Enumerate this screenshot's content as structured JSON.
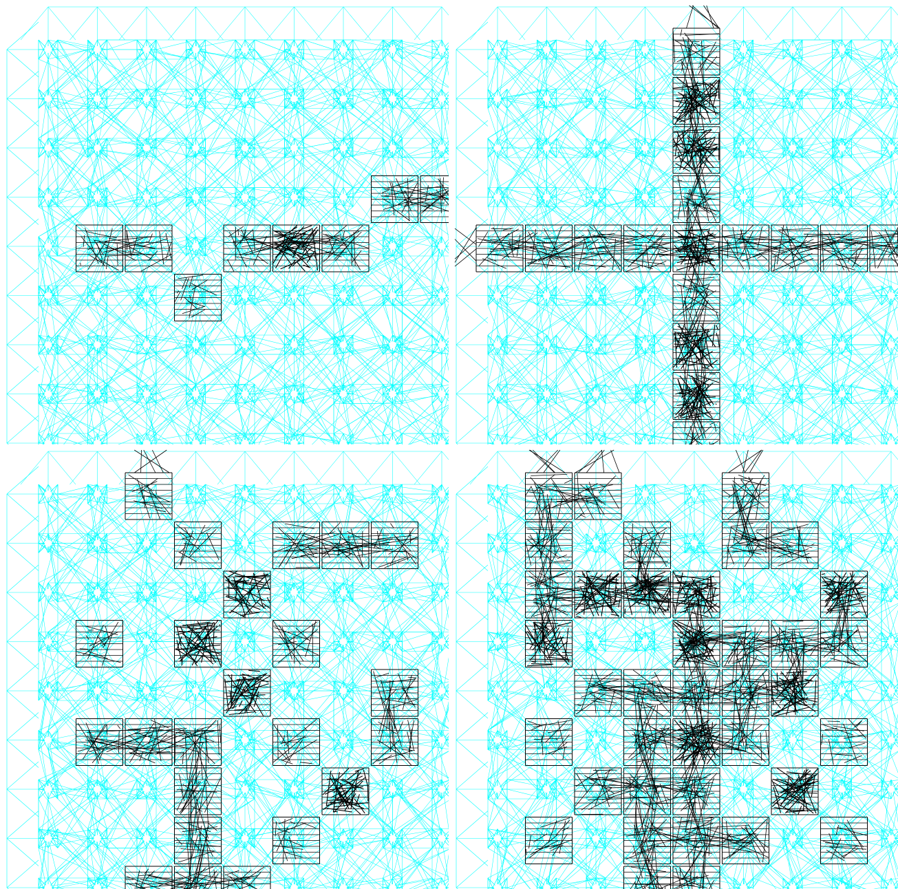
{
  "figure": {
    "grid_size": 9,
    "colors": {
      "background": "#ffffff",
      "base_edges": "#00ffff",
      "highlight_edges": "#000000",
      "node_fill": "#ffffff"
    },
    "panels": [
      {
        "id": "top-left",
        "highlight_cells": [
          [
            4,
            1
          ],
          [
            4,
            2
          ],
          [
            5,
            3
          ],
          [
            4,
            4
          ],
          [
            4,
            5
          ],
          [
            4,
            6
          ],
          [
            3,
            7
          ],
          [
            3,
            8
          ]
        ],
        "emphasis_cells": [
          [
            4,
            5
          ]
        ]
      },
      {
        "id": "top-right",
        "highlight_cells": [
          [
            4,
            0
          ],
          [
            4,
            1
          ],
          [
            4,
            2
          ],
          [
            4,
            3
          ],
          [
            4,
            5
          ],
          [
            4,
            6
          ],
          [
            4,
            7
          ],
          [
            4,
            8
          ],
          [
            0,
            4
          ],
          [
            1,
            4
          ],
          [
            2,
            4
          ],
          [
            3,
            4
          ],
          [
            5,
            4
          ],
          [
            6,
            4
          ],
          [
            7,
            4
          ],
          [
            8,
            4
          ],
          [
            4,
            4
          ]
        ],
        "emphasis_cells": [
          [
            4,
            4
          ],
          [
            1,
            4
          ],
          [
            2,
            4
          ],
          [
            6,
            4
          ],
          [
            7,
            4
          ]
        ]
      },
      {
        "id": "bottom-left",
        "highlight_cells": [
          [
            0,
            2
          ],
          [
            1,
            3
          ],
          [
            1,
            5
          ],
          [
            1,
            6
          ],
          [
            1,
            7
          ],
          [
            2,
            4
          ],
          [
            3,
            1
          ],
          [
            3,
            3
          ],
          [
            3,
            5
          ],
          [
            4,
            4
          ],
          [
            4,
            7
          ],
          [
            5,
            1
          ],
          [
            5,
            2
          ],
          [
            5,
            3
          ],
          [
            5,
            5
          ],
          [
            5,
            7
          ],
          [
            6,
            3
          ],
          [
            6,
            6
          ],
          [
            7,
            3
          ],
          [
            7,
            5
          ],
          [
            8,
            2
          ],
          [
            8,
            3
          ],
          [
            8,
            4
          ]
        ],
        "emphasis_cells": [
          [
            2,
            4
          ],
          [
            4,
            4
          ],
          [
            6,
            6
          ],
          [
            3,
            3
          ]
        ]
      },
      {
        "id": "bottom-right",
        "highlight_cells": [
          [
            0,
            1
          ],
          [
            0,
            2
          ],
          [
            0,
            5
          ],
          [
            1,
            1
          ],
          [
            1,
            3
          ],
          [
            1,
            5
          ],
          [
            1,
            6
          ],
          [
            2,
            1
          ],
          [
            2,
            2
          ],
          [
            2,
            3
          ],
          [
            2,
            4
          ],
          [
            2,
            7
          ],
          [
            3,
            1
          ],
          [
            3,
            4
          ],
          [
            3,
            5
          ],
          [
            3,
            6
          ],
          [
            3,
            7
          ],
          [
            4,
            2
          ],
          [
            4,
            3
          ],
          [
            4,
            4
          ],
          [
            4,
            5
          ],
          [
            4,
            6
          ],
          [
            5,
            1
          ],
          [
            5,
            3
          ],
          [
            5,
            4
          ],
          [
            5,
            5
          ],
          [
            5,
            7
          ],
          [
            6,
            2
          ],
          [
            6,
            3
          ],
          [
            6,
            4
          ],
          [
            6,
            6
          ],
          [
            7,
            1
          ],
          [
            7,
            3
          ],
          [
            7,
            4
          ],
          [
            7,
            5
          ],
          [
            7,
            7
          ],
          [
            8,
            3
          ],
          [
            8,
            4
          ]
        ],
        "emphasis_cells": [
          [
            2,
            2
          ],
          [
            2,
            3
          ],
          [
            2,
            4
          ],
          [
            2,
            7
          ],
          [
            3,
            1
          ],
          [
            3,
            4
          ],
          [
            5,
            4
          ],
          [
            6,
            6
          ],
          [
            4,
            6
          ]
        ]
      }
    ]
  }
}
